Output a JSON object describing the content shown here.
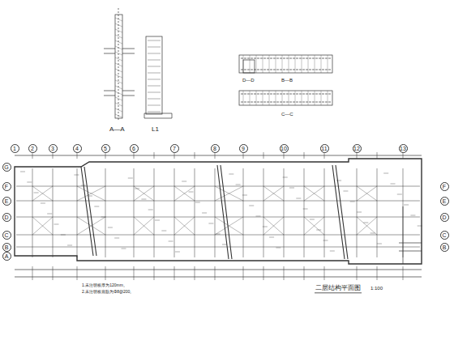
{
  "diagram": {
    "nodes": [
      {
        "text": [
          "1"
        ]
      },
      {
        "text": [
          "2"
        ]
      },
      {
        "text": [
          "3"
        ]
      },
      {
        "text": [
          "4"
        ]
      },
      {
        "text": [
          "5"
        ]
      },
      {
        "text": [
          "6"
        ]
      },
      {
        "text": [
          "7"
        ]
      },
      {
        "text": [
          "8"
        ]
      },
      {
        "text": [
          "9"
        ]
      },
      {
        "text": [
          "10"
        ]
      },
      {
        "text": [
          "11"
        ]
      },
      {
        "text": [
          "12"
        ]
      },
      {
        "text": [
          "13"
        ]
      },
      {
        "text": [
          "G"
        ]
      },
      {
        "text": [
          "F"
        ]
      },
      {
        "text": [
          "E"
        ]
      },
      {
        "text": [
          "D"
        ]
      },
      {
        "text": [
          "C"
        ]
      },
      {
        "text": [
          "B"
        ]
      },
      {
        "text": [
          "A"
        ]
      },
      {
        "text": [
          "F"
        ]
      },
      {
        "text": [
          "E"
        ]
      },
      {
        "text": [
          "D"
        ]
      },
      {
        "text": [
          "C"
        ]
      },
      {
        "text": [
          "B"
        ]
      }
    ],
    "labels": [
      "A—A",
      "L1",
      "D—D",
      "B—B",
      "C—C",
      "二层结构平面图",
      "1:100",
      "1.未注明板厚为120mm。",
      "2.未注明板底筋为Φ8@200。"
    ]
  }
}
